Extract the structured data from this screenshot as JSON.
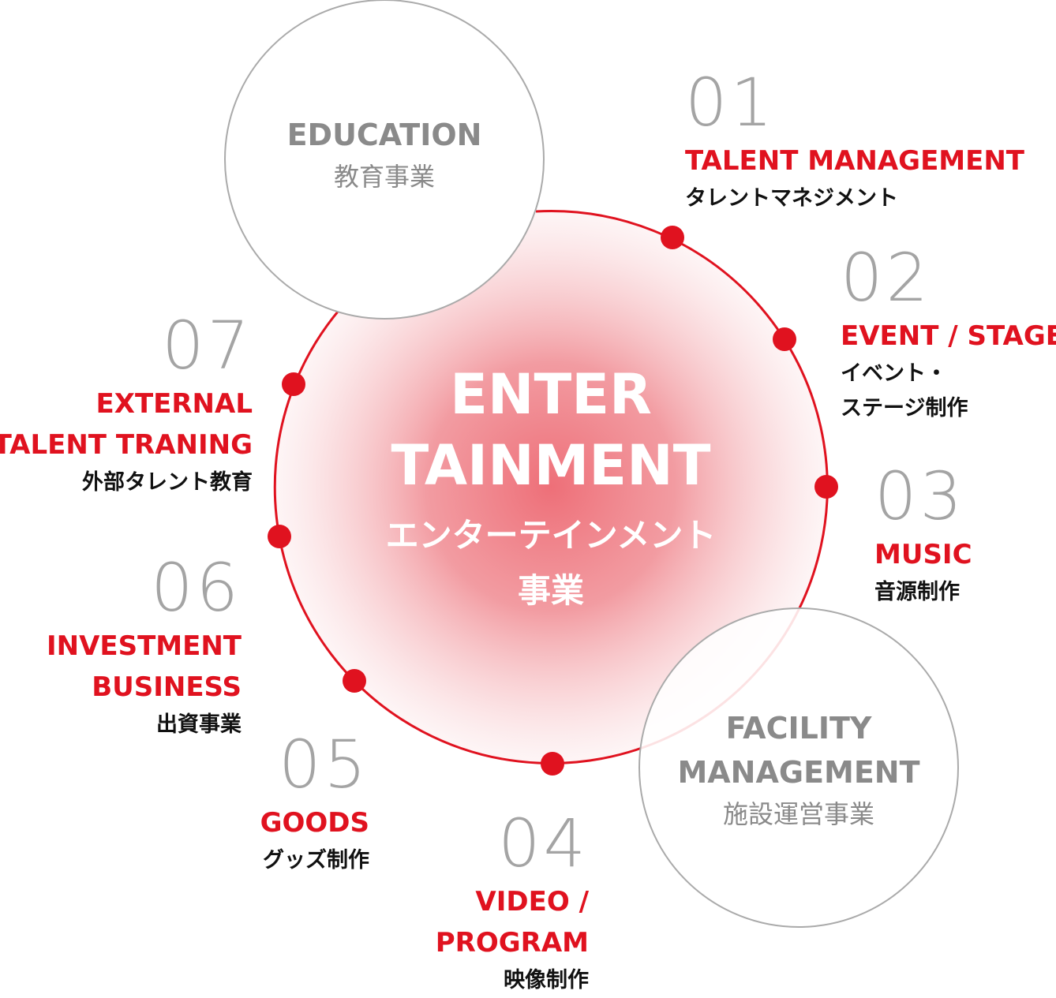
{
  "center": {
    "title_line1": "ENTER",
    "title_line2": "TAINMENT",
    "subtitle_line1": "エンターテインメント",
    "subtitle_line2": "事業"
  },
  "education": {
    "en": "EDUCATION",
    "jp": "教育事業"
  },
  "facility": {
    "en_line1": "FACILITY",
    "en_line2": "MANAGEMENT",
    "jp": "施設運営事業"
  },
  "items": [
    {
      "num": "01",
      "en_lines": [
        "TALENT MANAGEMENT"
      ],
      "jp_lines": [
        "タレントマネジメント"
      ]
    },
    {
      "num": "02",
      "en_lines": [
        "EVENT / STAGE"
      ],
      "jp_lines": [
        "イベント・",
        "ステージ制作"
      ]
    },
    {
      "num": "03",
      "en_lines": [
        "MUSIC"
      ],
      "jp_lines": [
        "音源制作"
      ]
    },
    {
      "num": "04",
      "en_lines": [
        "VIDEO /",
        "PROGRAM"
      ],
      "jp_lines": [
        "映像制作"
      ]
    },
    {
      "num": "05",
      "en_lines": [
        "GOODS"
      ],
      "jp_lines": [
        "グッズ制作"
      ]
    },
    {
      "num": "06",
      "en_lines": [
        "INVESTMENT",
        "BUSINESS"
      ],
      "jp_lines": [
        "出資事業"
      ]
    },
    {
      "num": "07",
      "en_lines": [
        "EXTERNAL",
        "TALENT TRANING"
      ],
      "jp_lines": [
        "外部タレント教育"
      ]
    }
  ],
  "colors": {
    "accent": "#e0121f",
    "number_gray": "#a4a4a4",
    "circle_gray": "#aaaaaa",
    "center_glow": "#ee6f78"
  }
}
